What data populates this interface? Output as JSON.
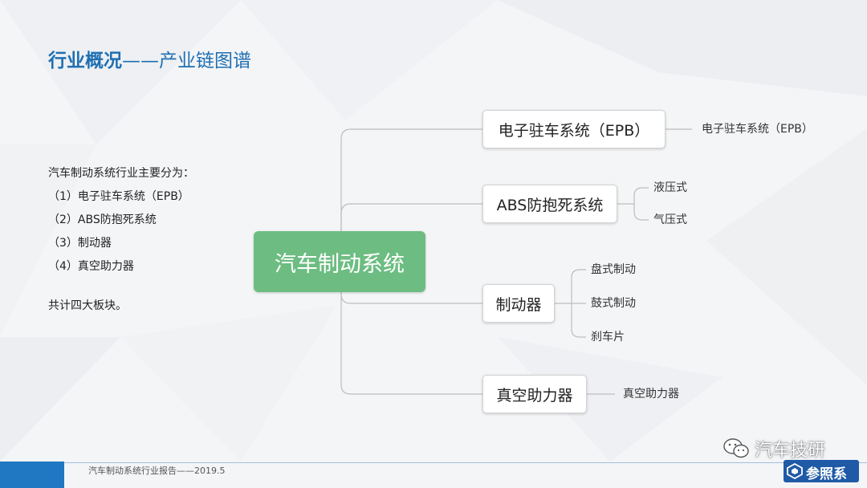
{
  "title": {
    "main": "行业概况",
    "dash": "——",
    "sub": "产业链图谱"
  },
  "description": {
    "intro": "汽车制动系统行业主要分为：",
    "items": [
      "（1）电子驻车系统（EPB）",
      "（2）ABS防抱死系统",
      "（3）制动器",
      "（4）真空助力器"
    ],
    "summary": "共计四大板块。"
  },
  "mindmap": {
    "root": "汽车制动系统",
    "branches": [
      {
        "label": "电子驻车系统（EPB）",
        "children": [
          "电子驻车系统（EPB）"
        ]
      },
      {
        "label": "ABS防抱死系统",
        "children": [
          "液压式",
          "气压式"
        ]
      },
      {
        "label": "制动器",
        "children": [
          "盘式制动",
          "鼓式制动",
          "刹车片"
        ]
      },
      {
        "label": "真空助力器",
        "children": [
          "真空助力器"
        ]
      }
    ]
  },
  "footer": {
    "text": "汽车制动系统行业报告——2019.5"
  },
  "brand": {
    "name": "汽车技研",
    "logo_text": "参照系"
  },
  "colors": {
    "title_blue": "#1f6fb2",
    "root_green": "#6dbd82",
    "footer_blue": "#1f78c1",
    "connector_gray": "#bdbdbd"
  }
}
